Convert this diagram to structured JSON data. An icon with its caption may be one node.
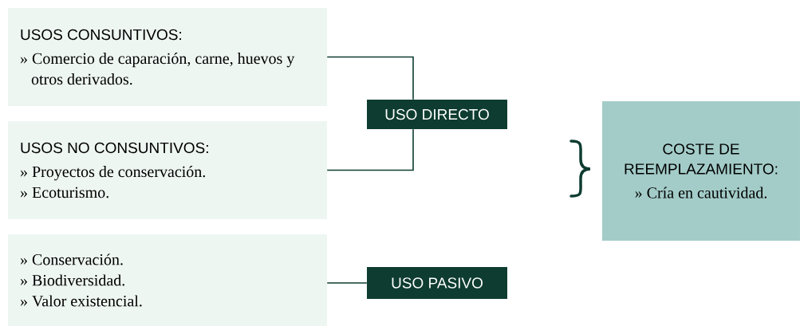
{
  "diagram": {
    "nodes": [
      {
        "text": [
          "USOS CONSUNTIVOS:",
          "» Comercio de caparación, carne, huevos y otros derivados."
        ]
      },
      {
        "text": [
          "USOS NO CONSUNTIVOS:",
          "» Proyectos de conservación.",
          "» Ecoturismo."
        ]
      },
      {
        "text": [
          "» Conservación.",
          "» Biodiversidad.",
          "» Valor existencial."
        ]
      },
      {
        "text": [
          "USO DIRECTO"
        ]
      },
      {
        "text": [
          "USO PASIVO"
        ]
      },
      {
        "text": [
          "COSTE DE REEMPLAZAMIENTO:",
          "» Cría en cautividad."
        ]
      }
    ],
    "edges": [
      {
        "from": 0,
        "to": 3,
        "arrow": "none"
      },
      {
        "from": 1,
        "to": 3,
        "arrow": "none"
      },
      {
        "from": 2,
        "to": 4,
        "arrow": "none"
      }
    ]
  }
}
